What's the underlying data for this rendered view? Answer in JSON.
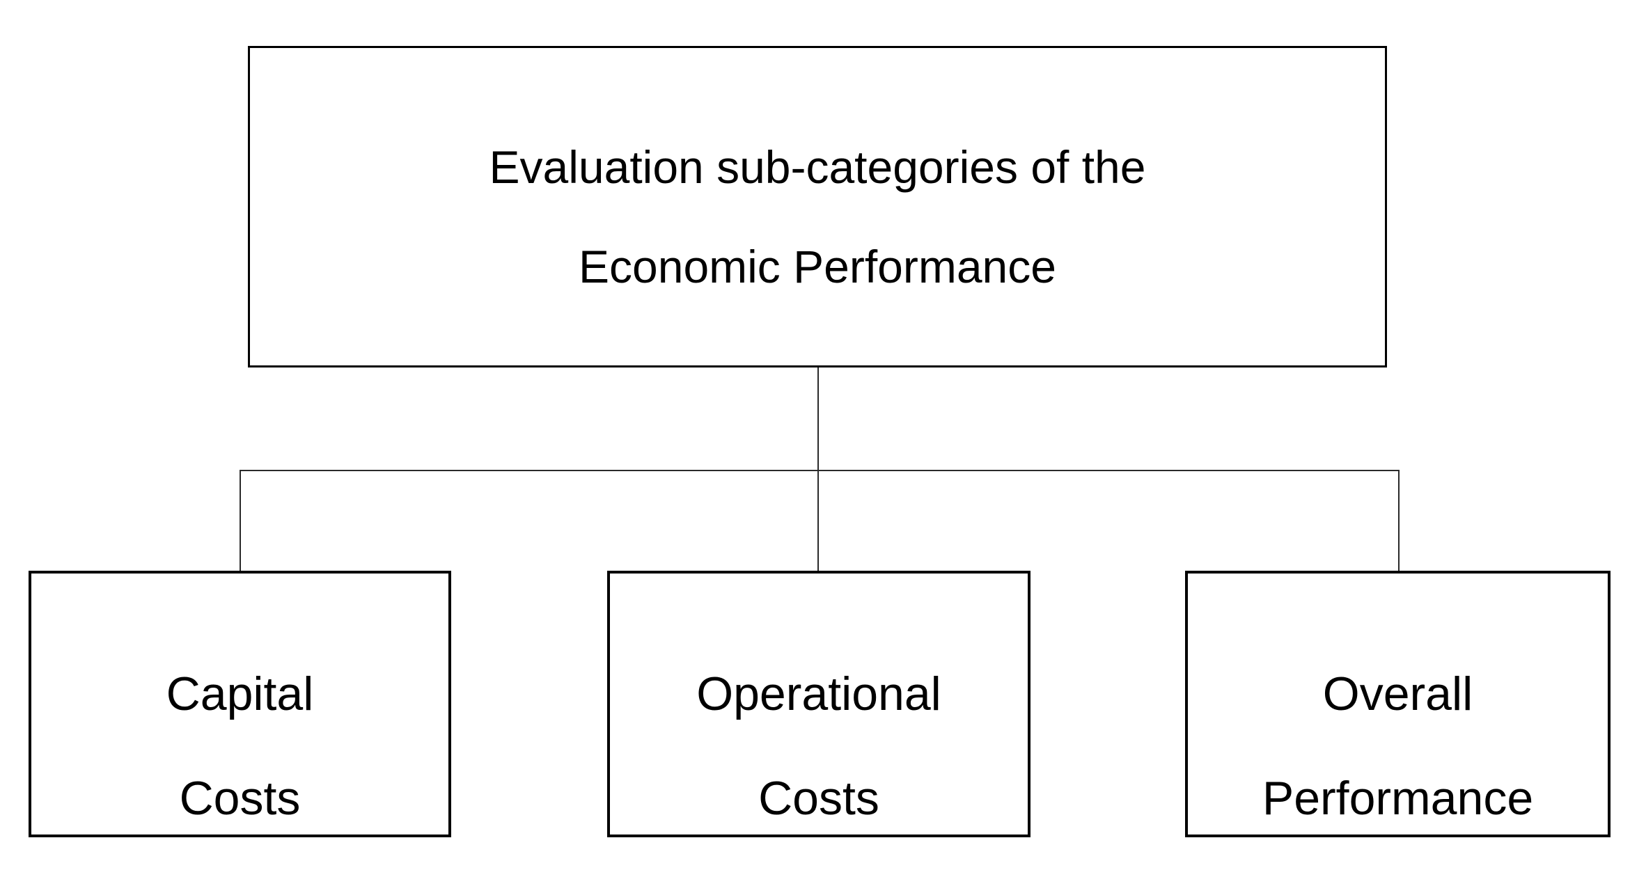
{
  "diagram": {
    "type": "hierarchy",
    "root": {
      "id": "economic-performance",
      "lines": [
        "Evaluation sub-categories of the",
        "Economic Performance"
      ]
    },
    "children": [
      {
        "id": "capital-costs",
        "lines": [
          "Capital",
          "Costs"
        ]
      },
      {
        "id": "operational-costs",
        "lines": [
          "Operational",
          "Costs"
        ]
      },
      {
        "id": "overall-performance",
        "lines": [
          "Overall",
          "Performance"
        ]
      }
    ],
    "colors": {
      "background": "#ffffff",
      "box_border": "#000000",
      "box_fill": "#ffffff",
      "connector": "#2a2a2a",
      "text": "#000000"
    }
  }
}
